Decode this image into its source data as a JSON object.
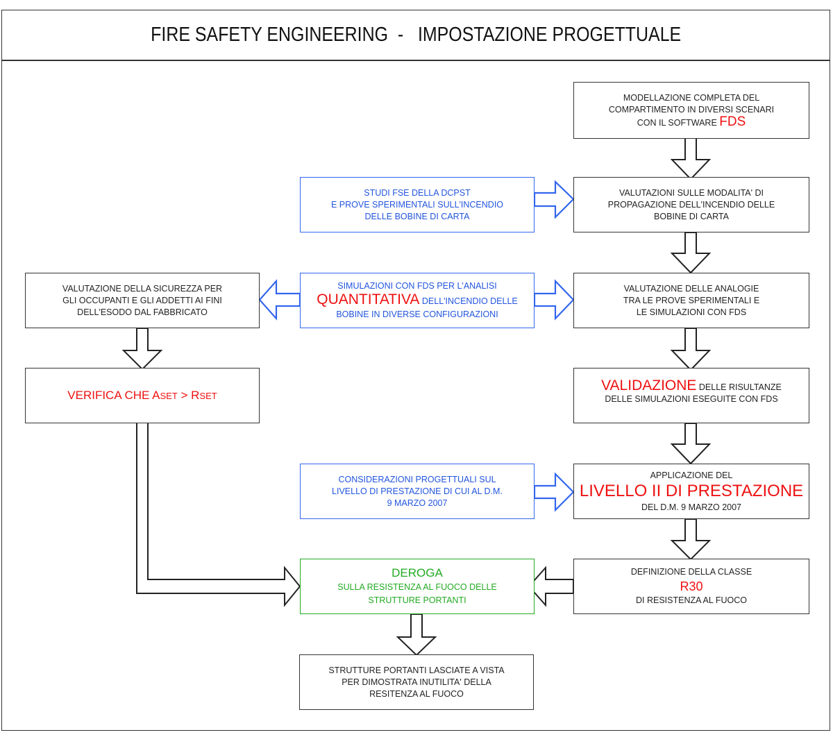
{
  "title": "FIRE SAFETY ENGINEERING  -   IMPOSTAZIONE PROGETTUALE",
  "colors": {
    "black": "#222222",
    "blue": "#3366ee",
    "red": "#ee1111",
    "green": "#22aa22"
  },
  "boxes": {
    "modellazione": {
      "lines": [
        "MODELLAZIONE COMPLETA DEL",
        "COMPARTIMENTO IN DIVERSI SCENARI"
      ],
      "line3_prefix": "CON IL SOFTWARE ",
      "line3_highlight": "FDS"
    },
    "valutazioni_propagazione": {
      "lines": [
        "VALUTAZIONI SULLE MODALITA' DI",
        "PROPAGAZIONE DELL'INCENDIO DELLE",
        "BOBINE DI CARTA"
      ]
    },
    "studi_fse": {
      "lines": [
        "STUDI FSE DELLA DCPST",
        "E PROVE SPERIMENTALI SULL'INCENDIO",
        "DELLE BOBINE DI CARTA"
      ]
    },
    "simulazioni_fds": {
      "line1": "SIMULAZIONI CON FDS PER L'ANALISI",
      "line2_highlight": "QUANTITATIVA",
      "line2_rest": " DELL'INCENDIO DELLE",
      "line3": "BOBINE IN DIVERSE CONFIGURAZIONI"
    },
    "valutazione_sicurezza": {
      "lines": [
        "VALUTAZIONE DELLA SICUREZZA PER",
        "GLI OCCUPANTI E GLI ADDETTI AI FINI",
        "DELL'ESODO DAL FABBRICATO"
      ]
    },
    "valutazione_analogie": {
      "lines": [
        "VALUTAZIONE DELLE ANALOGIE",
        "TRA LE PROVE SPERIMENTALI E",
        "LE SIMULAZIONI CON FDS"
      ]
    },
    "verifica": {
      "prefix": "VERIFICA CHE ",
      "a": "A",
      "a_sub": "SET",
      "op": " > ",
      "r": "R",
      "r_sub": "SET"
    },
    "validazione": {
      "highlight": "VALIDAZIONE",
      "line1_rest": " DELLE RISULTANZE",
      "line2": "DELLE SIMULAZIONI ESEGUITE CON FDS"
    },
    "considerazioni": {
      "lines": [
        "CONSIDERAZIONI PROGETTUALI SUL",
        "LIVELLO DI PRESTAZIONE DI CUI AL D.M.",
        "9 MARZO 2007"
      ]
    },
    "applicazione": {
      "line1": "APPLICAZIONE DEL",
      "highlight": "LIVELLO II DI  PRESTAZIONE",
      "line3": "DEL D.M. 9 MARZO 2007"
    },
    "deroga": {
      "title": "DEROGA",
      "lines": [
        "SULLA RESISTENZA AL FUOCO DELLE",
        "STRUTTURE PORTANTI"
      ]
    },
    "definizione_classe": {
      "line1": "DEFINIZIONE DELLA CLASSE",
      "highlight": "R30",
      "line3": "DI RESISTENZA AL FUOCO"
    },
    "strutture_vista": {
      "lines": [
        "STRUTTURE PORTANTI LASCIATE A VISTA",
        "PER DIMOSTRATA INUTILITA' DELLA",
        "RESITENZA AL FUOCO"
      ]
    }
  }
}
